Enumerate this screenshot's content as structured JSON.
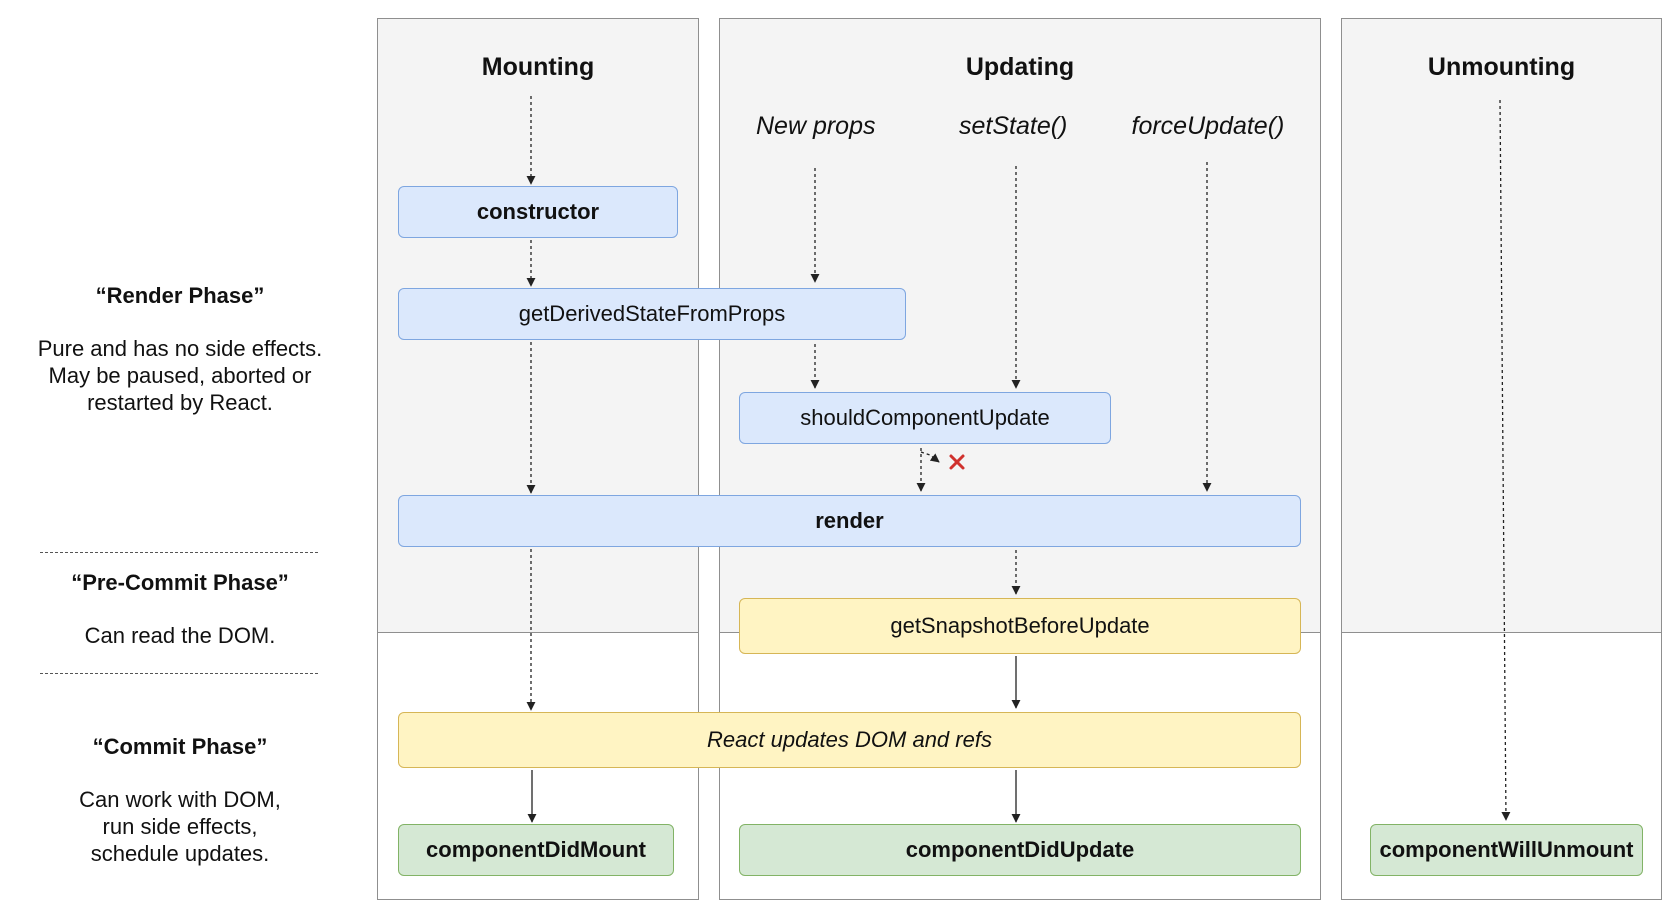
{
  "columns": {
    "mounting": "Mounting",
    "updating": "Updating",
    "unmounting": "Unmounting"
  },
  "triggers": {
    "new_props": "New props",
    "set_state": "setState()",
    "force_update": "forceUpdate()"
  },
  "methods": {
    "constructor": "constructor",
    "get_derived_state": "getDerivedStateFromProps",
    "should_component_update": "shouldComponentUpdate",
    "render": "render",
    "get_snapshot": "getSnapshotBeforeUpdate",
    "react_updates_dom": "React updates DOM and refs",
    "component_did_mount": "componentDidMount",
    "component_did_update": "componentDidUpdate",
    "component_will_unmount": "componentWillUnmount"
  },
  "phases": {
    "render": {
      "title": "“Render Phase”",
      "line1": "Pure and has no side effects.",
      "line2": "May be paused, aborted or",
      "line3": "restarted by React."
    },
    "pre_commit": {
      "title": "“Pre-Commit Phase”",
      "line1": "Can read the DOM."
    },
    "commit": {
      "title": "“Commit Phase”",
      "line1": "Can work with DOM,",
      "line2": "run side effects,",
      "line3": "schedule updates."
    }
  },
  "colors": {
    "render_phase_box": "#dbe8fc",
    "pre_commit_box": "#fff4c3",
    "commit_box": "#d5e8d4",
    "stop_mark": "#d0312d"
  },
  "icons": {
    "stop": "cross-mark-icon"
  }
}
